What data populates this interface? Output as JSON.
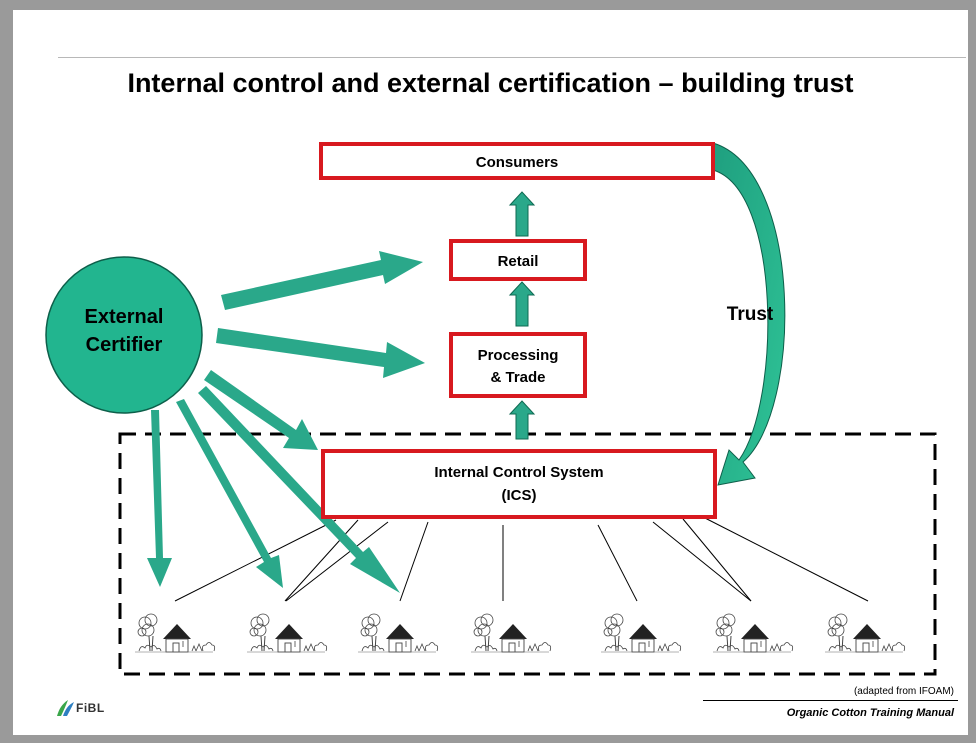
{
  "slide": {
    "title": "Internal control and external certification – building trust"
  },
  "diagram": {
    "boxes": {
      "consumers": "Consumers",
      "retail": "Retail",
      "processing_line1": "Processing",
      "processing_line2": "& Trade",
      "ics_line1": "Internal Control System",
      "ics_line2": "(ICS)"
    },
    "certifier_line1": "External",
    "certifier_line2": "Certifier",
    "trust_label": "Trust",
    "colors": {
      "arrow_fill": "#2aa88a",
      "box_border": "#d8191f",
      "certifier_fill": "#22b58f"
    }
  },
  "footer": {
    "credit": "(adapted from IFOAM)",
    "manual": "Organic Cotton Training Manual",
    "logo_text": "FiBL"
  }
}
